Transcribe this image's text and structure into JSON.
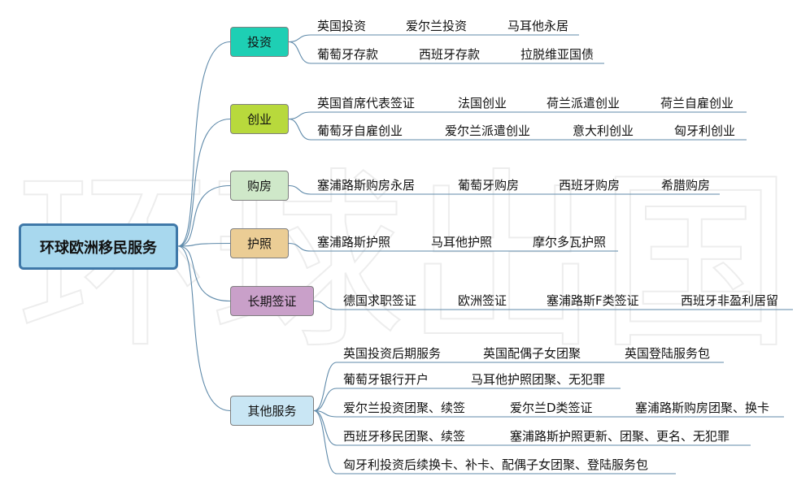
{
  "watermark": "环球出国",
  "root": {
    "label": "环球欧洲移民服务"
  },
  "categories": [
    {
      "label": "投资",
      "color": "#1ecfb4",
      "rows": [
        [
          "英国投资",
          "爱尔兰投资",
          "马耳他永居"
        ],
        [
          "葡萄牙存款",
          "西班牙存款",
          "拉脱维亚国债"
        ]
      ]
    },
    {
      "label": "创业",
      "color": "#b8d93c",
      "rows": [
        [
          "英国首席代表签证",
          "法国创业",
          "荷兰派遣创业",
          "荷兰自雇创业"
        ],
        [
          "葡萄牙自雇创业",
          "爱尔兰派遣创业",
          "意大利创业",
          "匈牙利创业"
        ]
      ]
    },
    {
      "label": "购房",
      "color": "#cfe8c9",
      "rows": [
        [
          "塞浦路斯购房永居",
          "葡萄牙购房",
          "西班牙购房",
          "希腊购房"
        ]
      ]
    },
    {
      "label": "护照",
      "color": "#ebcd95",
      "rows": [
        [
          "塞浦路斯护照",
          "马耳他护照",
          "摩尔多瓦护照"
        ]
      ]
    },
    {
      "label": "长期签证",
      "color": "#c9a0c9",
      "rows": [
        [
          "德国求职签证",
          "欧洲签证",
          "塞浦路斯F类签证",
          "西班牙非盈利居留"
        ]
      ]
    },
    {
      "label": "其他服务",
      "color": "#c9e6f4",
      "rows": [
        [
          "英国投资后期服务",
          "英国配偶子女团聚",
          "英国登陆服务包"
        ],
        [
          "葡萄牙银行开户",
          "马耳他护照团聚、无犯罪"
        ],
        [
          "爱尔兰投资团聚、续签",
          "爱尔兰D类签证",
          "塞浦路斯购房团聚、换卡"
        ],
        [
          "西班牙移民团聚、续签",
          "塞浦路斯护照更新、团聚、更名、无犯罪"
        ],
        [
          "匈牙利投资后续换卡、补卡、配偶子女团聚、登陆服务包"
        ]
      ]
    }
  ]
}
